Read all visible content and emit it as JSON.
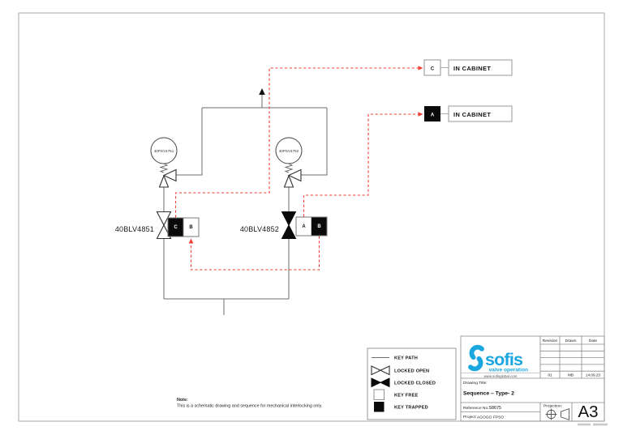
{
  "colors": {
    "key_path_red": "#ee4035",
    "brand_cyan": "#1aa7e0"
  },
  "diagram": {
    "psv_left_tag": "40PSV4751",
    "psv_right_tag": "40PSV4752",
    "valve_left_tag": "40BLV4851",
    "valve_right_tag": "40BLV4852",
    "valve_left_key_left": "C",
    "valve_left_key_right": "B",
    "valve_right_key_left": "A",
    "valve_right_key_right": "B",
    "cabinet_top_key": "C",
    "cabinet_top_label": "IN CABINET",
    "cabinet_bottom_key": "A",
    "cabinet_bottom_label": "IN CABINET"
  },
  "legend": {
    "items": [
      {
        "symbol": "key-path-line",
        "label": "KEY PATH"
      },
      {
        "symbol": "valve-open-bowtie",
        "label": "LOCKED OPEN"
      },
      {
        "symbol": "valve-closed-bowtie",
        "label": "LOCKED CLOSED"
      },
      {
        "symbol": "key-free-square",
        "label": "KEY FREE"
      },
      {
        "symbol": "key-trapped-square",
        "label": "KEY TRAPPED"
      }
    ]
  },
  "note": {
    "title": "Note:",
    "body": "This is a schematic drawing and sequence for mechanical interlocking only."
  },
  "title_block": {
    "brand": "sofis",
    "tagline": "valve operation",
    "website": "www.sofisglobal.com",
    "revision_table": {
      "headers": [
        "Revision",
        "Drawn",
        "Date"
      ],
      "last_row": [
        "01",
        "MB",
        "14.09.23"
      ]
    },
    "drawing_title_label": "Drawing Title:",
    "drawing_title": "Sequence – Type- 2",
    "reference_label": "Reference No.:",
    "reference_value": "58675",
    "project_label": "Project:",
    "project_value": "AGOGO FPSO",
    "projection_label": "Projection:",
    "sheet_size": "A3"
  }
}
